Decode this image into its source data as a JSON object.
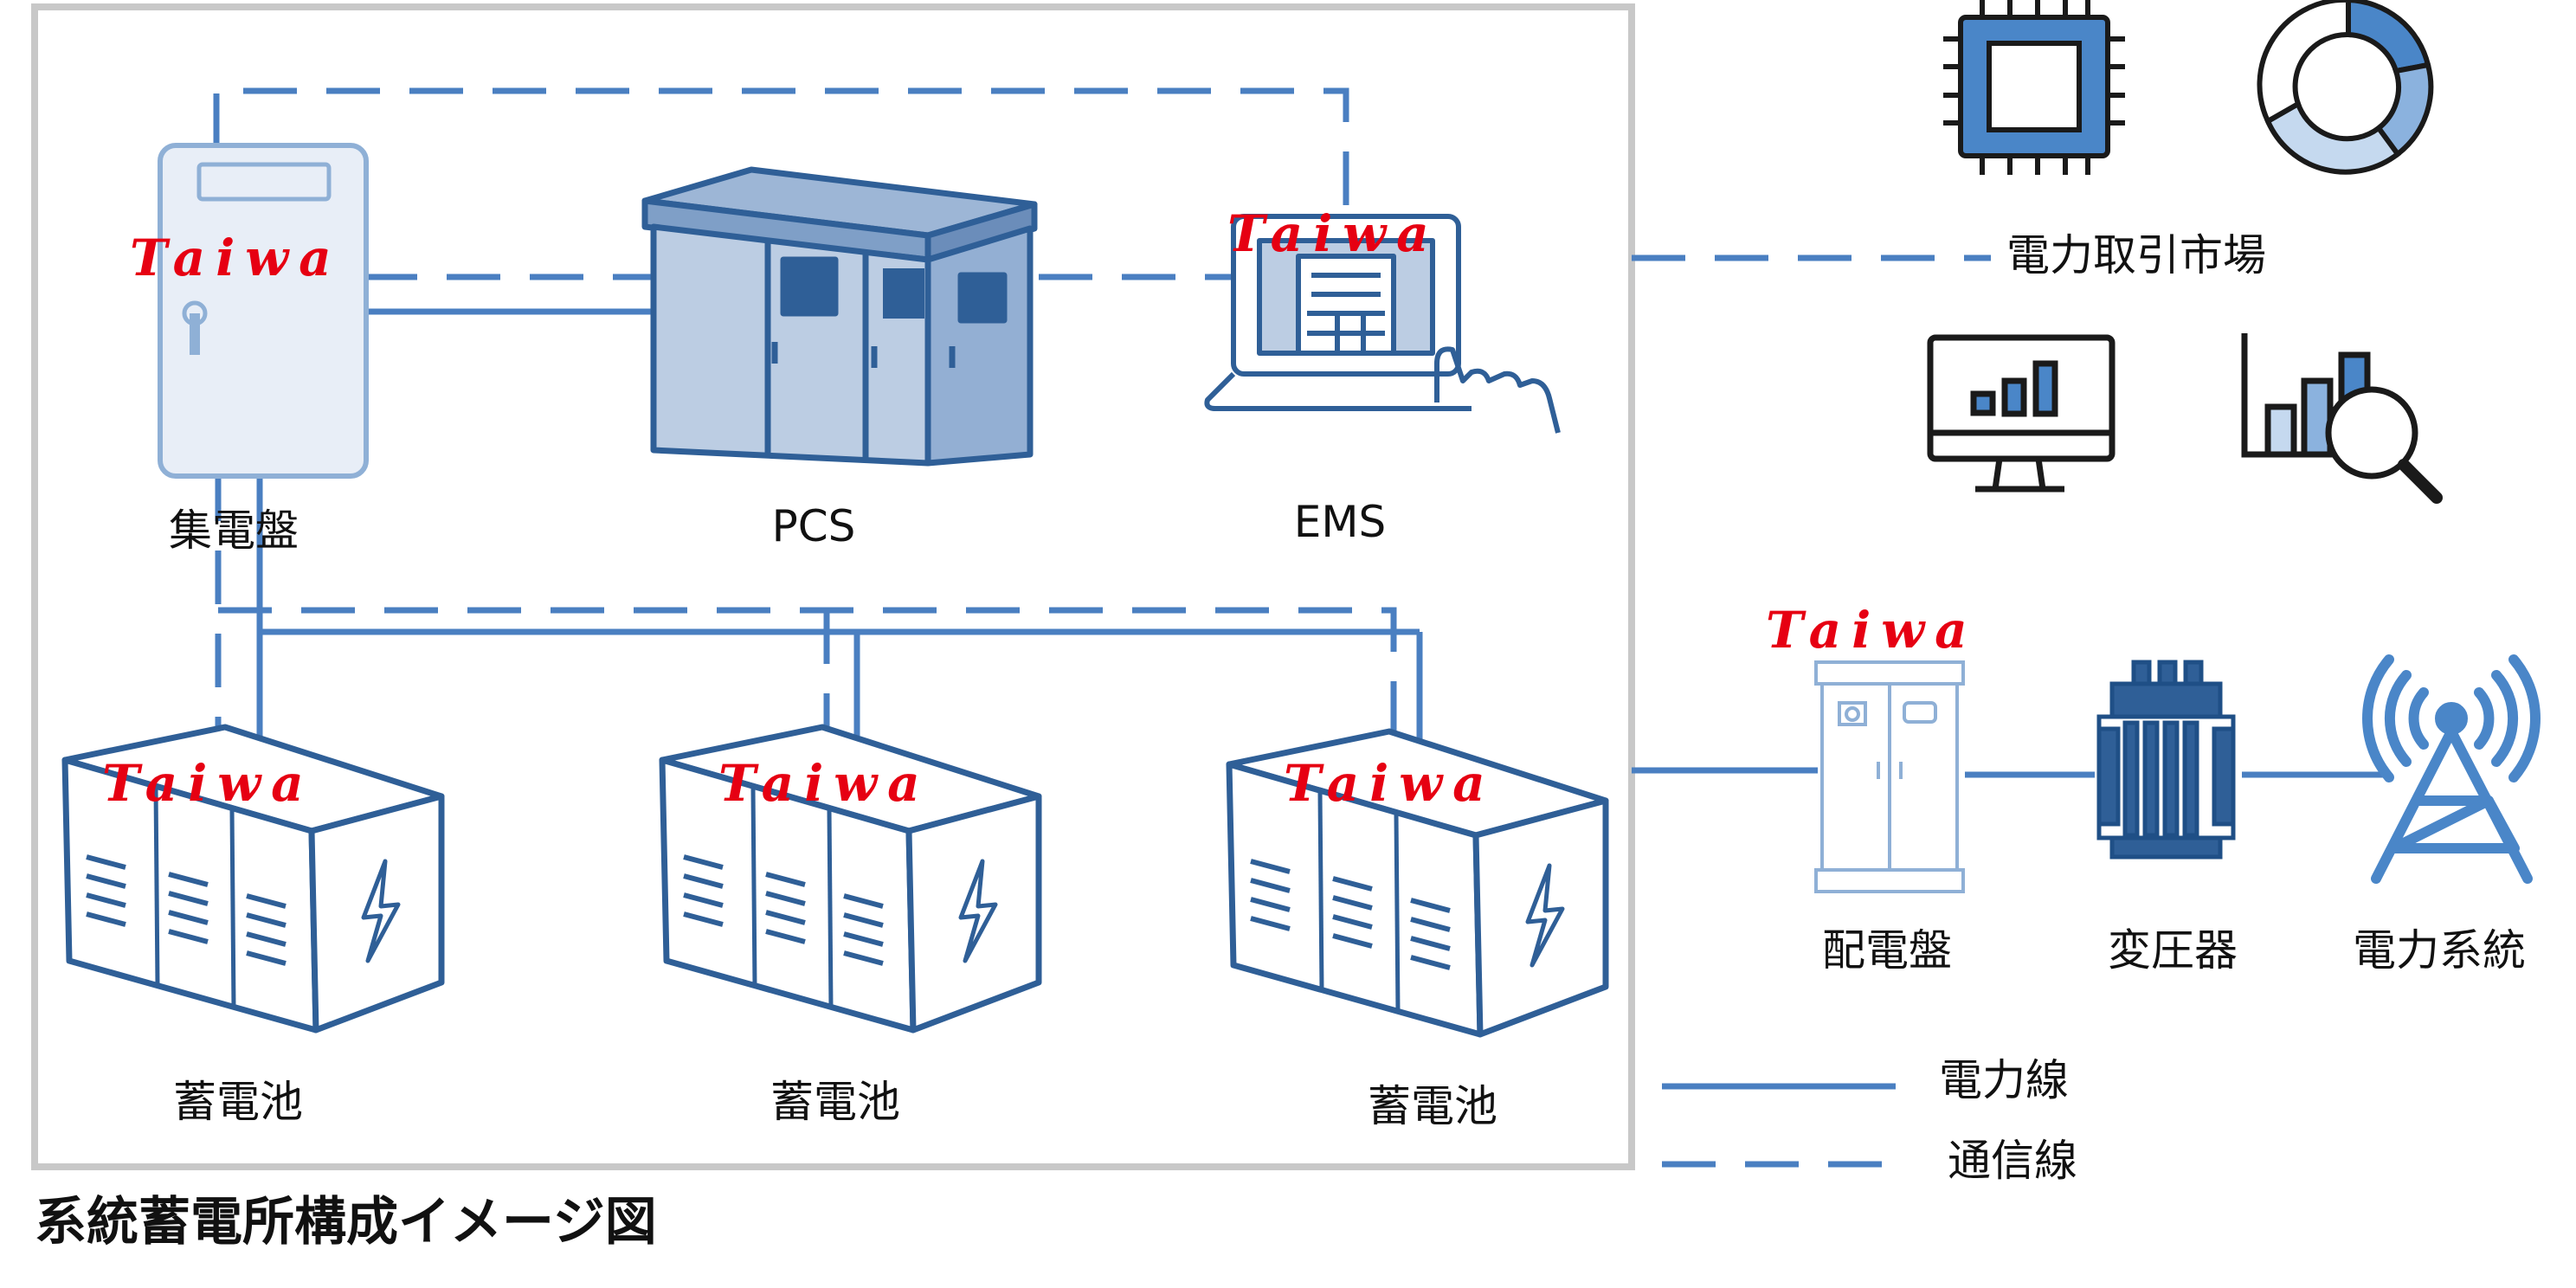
{
  "title": "系統蓄電所構成イメージ図",
  "brand": "Taiwa",
  "colors": {
    "line": "#4a7fc1",
    "equipment_fill": "#bccde3",
    "equipment_stroke": "#2f5f97",
    "frame": "#c8c8c8",
    "brand_red": "#e60012"
  },
  "components": {
    "collector_panel": "集電盤",
    "pcs": "PCS",
    "ems": "EMS",
    "battery_1": "蓄電池",
    "battery_2": "蓄電池",
    "battery_3": "蓄電池",
    "market": "電力取引市場",
    "switchboard": "配電盤",
    "transformer": "変圧器",
    "grid": "電力系統"
  },
  "market_icons": [
    "cpu-chip-icon",
    "donut-chart-icon",
    "monitor-bar-chart-icon",
    "bar-chart-search-icon"
  ],
  "legend": {
    "power_line": "電力線",
    "comm_line": "通信線"
  }
}
